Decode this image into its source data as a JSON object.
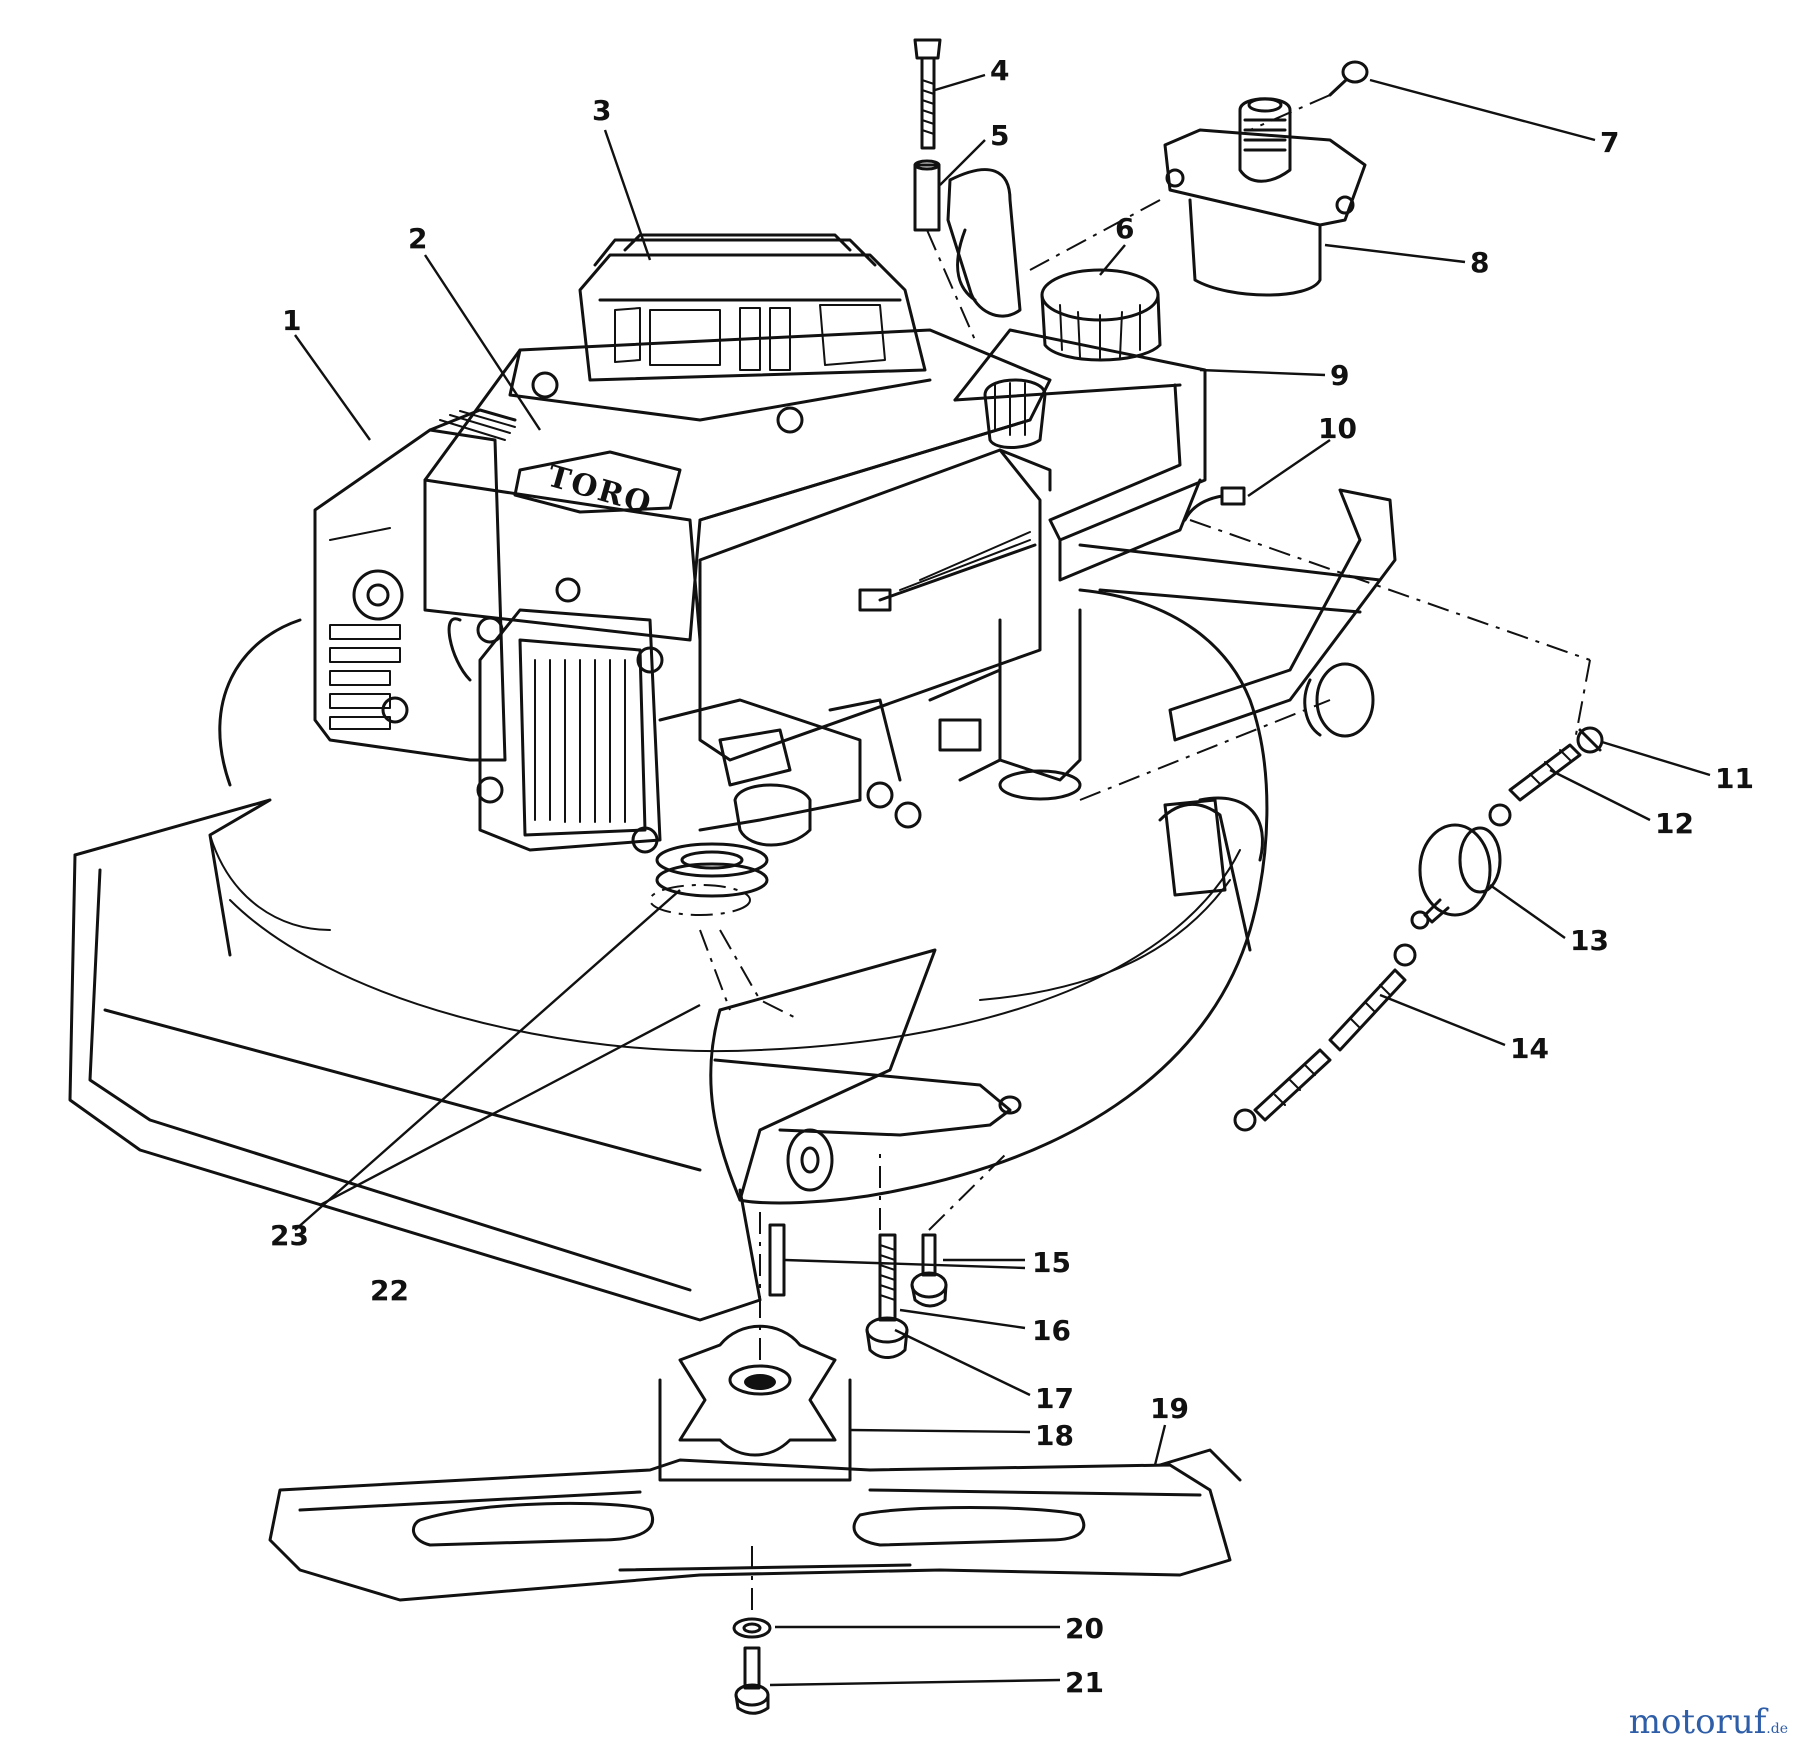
{
  "diagram": {
    "brand_label": "TORO",
    "callouts": [
      {
        "id": "1",
        "text": "1"
      },
      {
        "id": "2",
        "text": "2"
      },
      {
        "id": "3",
        "text": "3"
      },
      {
        "id": "4",
        "text": "4"
      },
      {
        "id": "5",
        "text": "5"
      },
      {
        "id": "6",
        "text": "6"
      },
      {
        "id": "7",
        "text": "7"
      },
      {
        "id": "8",
        "text": "8"
      },
      {
        "id": "9",
        "text": "9"
      },
      {
        "id": "10",
        "text": "10"
      },
      {
        "id": "11",
        "text": "11"
      },
      {
        "id": "12",
        "text": "12"
      },
      {
        "id": "13",
        "text": "13"
      },
      {
        "id": "14",
        "text": "14"
      },
      {
        "id": "15",
        "text": "15"
      },
      {
        "id": "16",
        "text": "16"
      },
      {
        "id": "17",
        "text": "17"
      },
      {
        "id": "18",
        "text": "18"
      },
      {
        "id": "19",
        "text": "19"
      },
      {
        "id": "20",
        "text": "20"
      },
      {
        "id": "21",
        "text": "21"
      },
      {
        "id": "22",
        "text": "22"
      },
      {
        "id": "23",
        "text": "23"
      }
    ]
  },
  "watermark": {
    "brand_main": "motoruf",
    "brand_tld": ".de"
  }
}
